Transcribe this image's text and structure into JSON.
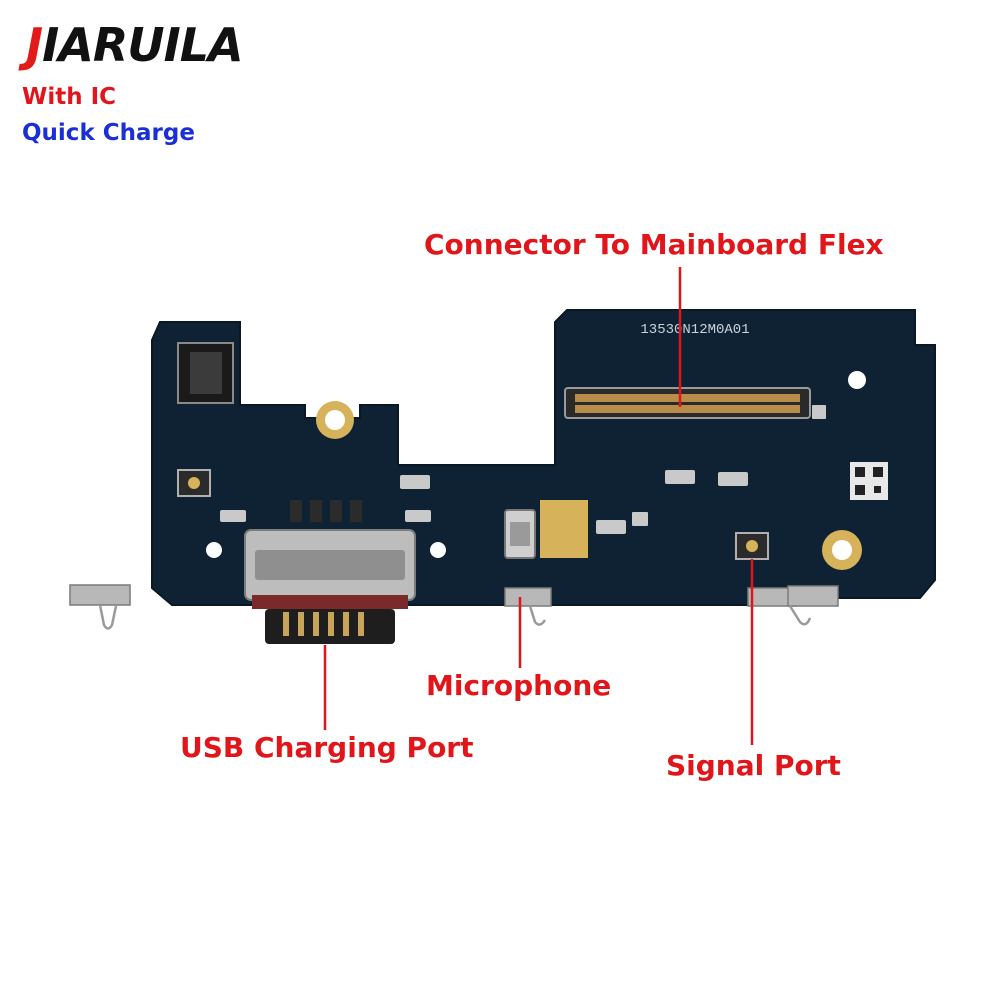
{
  "brand": {
    "logo_first_letter": "J",
    "logo_rest": "IARUILA",
    "line1": "With IC",
    "line2": "Quick Charge"
  },
  "board": {
    "part_number": "13530N12M0A01"
  },
  "callouts": {
    "connector": "Connector To Mainboard Flex",
    "usb": "USB Charging Port",
    "microphone": "Microphone",
    "signal": "Signal Port"
  },
  "colors": {
    "brand_red": "#e21a1a",
    "label_red": "#e0161b",
    "label_blue": "#1a2fd6",
    "pcb": "#0f2233",
    "pad_gold": "#d6b25a",
    "leader_line": "#e0161b"
  }
}
